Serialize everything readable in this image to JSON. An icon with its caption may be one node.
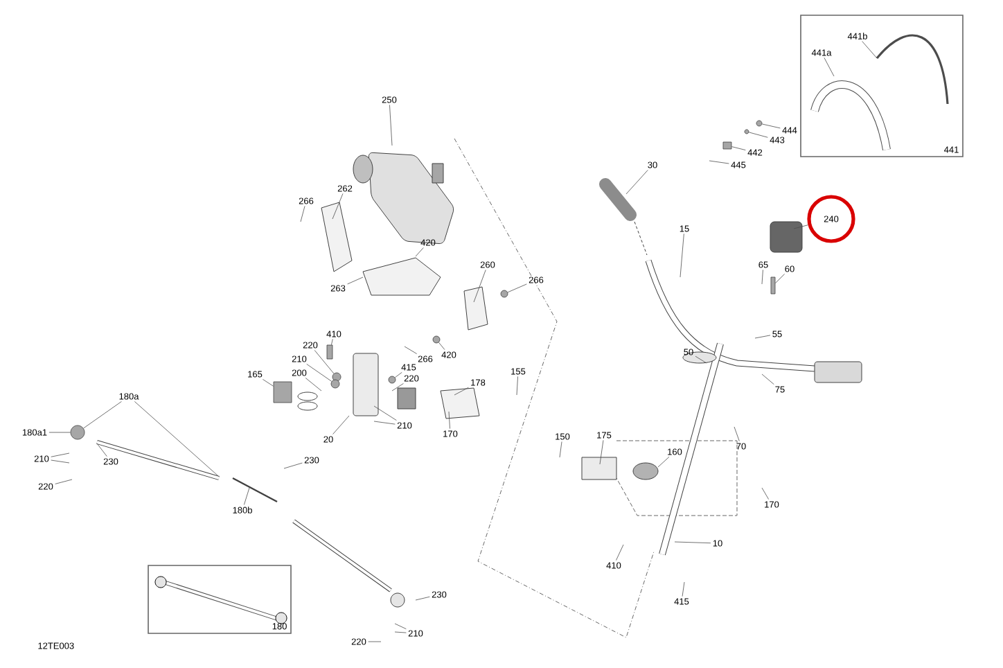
{
  "diagram": {
    "nodes": [
      {
        "text": [
          "441"
        ]
      },
      {
        "text": [
          "441b"
        ],
        "in": 0
      },
      {
        "text": [
          "441a"
        ],
        "in": 0
      },
      {
        "text": [
          "250"
        ]
      },
      {
        "text": [
          "444"
        ]
      },
      {
        "text": [
          "443"
        ]
      },
      {
        "text": [
          "442"
        ]
      },
      {
        "text": [
          "30"
        ]
      },
      {
        "text": [
          "445"
        ]
      },
      {
        "text": [
          "262"
        ]
      },
      {
        "text": [
          "266"
        ]
      },
      {
        "text": [
          "240"
        ]
      },
      {
        "text": [
          "15"
        ]
      },
      {
        "text": [
          "420"
        ]
      },
      {
        "text": [
          "260"
        ]
      },
      {
        "text": [
          "65"
        ]
      },
      {
        "text": [
          "60"
        ]
      },
      {
        "text": [
          "266"
        ]
      },
      {
        "text": [
          "263"
        ]
      },
      {
        "text": [
          "55"
        ]
      },
      {
        "text": [
          "410"
        ]
      },
      {
        "text": [
          "220"
        ]
      },
      {
        "text": [
          "50"
        ]
      },
      {
        "text": [
          "420"
        ]
      },
      {
        "text": [
          "266"
        ]
      },
      {
        "text": [
          "210"
        ]
      },
      {
        "text": [
          "415"
        ]
      },
      {
        "text": [
          "155"
        ]
      },
      {
        "text": [
          "200"
        ]
      },
      {
        "text": [
          "165"
        ]
      },
      {
        "text": [
          "220"
        ]
      },
      {
        "text": [
          "178"
        ]
      },
      {
        "text": [
          "75"
        ]
      },
      {
        "text": [
          "180a"
        ]
      },
      {
        "text": [
          "210"
        ]
      },
      {
        "text": [
          "180a1"
        ]
      },
      {
        "text": [
          "20"
        ]
      },
      {
        "text": [
          "170"
        ]
      },
      {
        "text": [
          "150"
        ]
      },
      {
        "text": [
          "175"
        ]
      },
      {
        "text": [
          "70"
        ]
      },
      {
        "text": [
          "160"
        ]
      },
      {
        "text": [
          "210"
        ]
      },
      {
        "text": [
          "230"
        ]
      },
      {
        "text": [
          "230"
        ]
      },
      {
        "text": [
          "220"
        ]
      },
      {
        "text": [
          "170"
        ]
      },
      {
        "text": [
          "180b"
        ]
      },
      {
        "text": [
          "10"
        ]
      },
      {
        "text": [
          "410"
        ]
      },
      {
        "text": [
          "180"
        ]
      },
      {
        "text": [
          "230"
        ]
      },
      {
        "text": [
          "415"
        ]
      },
      {
        "text": [
          "210"
        ]
      },
      {
        "text": [
          "220"
        ]
      },
      {
        "text": [],
        "shape": "circle"
      },
      {
        "text": [],
        "shape": "circle"
      },
      {
        "text": [],
        "shape": "box"
      },
      {
        "text": [],
        "shape": "box"
      },
      {
        "text": [],
        "shape": "circle"
      },
      {
        "text": [],
        "shape": "box"
      },
      {
        "text": [],
        "shape": "circle"
      },
      {
        "text": [],
        "shape": "circle"
      },
      {
        "text": [],
        "shape": "circle"
      },
      {
        "text": [],
        "shape": "circle"
      },
      {
        "text": [],
        "shape": "box"
      },
      {
        "text": [],
        "shape": "circle"
      }
    ],
    "edges": [
      {
        "from": 1,
        "to": null,
        "arrow": "none"
      },
      {
        "from": 2,
        "to": null,
        "arrow": "none"
      },
      {
        "from": 3,
        "to": null,
        "arrow": "none"
      },
      {
        "from": 4,
        "to": 55,
        "arrow": "none"
      },
      {
        "from": 5,
        "to": 56,
        "arrow": "none"
      },
      {
        "from": 6,
        "to": 57,
        "arrow": "none"
      },
      {
        "from": 7,
        "to": null,
        "arrow": "none"
      },
      {
        "from": 8,
        "to": null,
        "arrow": "none"
      },
      {
        "from": 9,
        "to": null,
        "arrow": "none"
      },
      {
        "from": 10,
        "to": null,
        "arrow": "none"
      },
      {
        "from": 11,
        "to": null,
        "arrow": "none"
      },
      {
        "from": 12,
        "to": null,
        "arrow": "none"
      },
      {
        "from": 13,
        "to": null,
        "arrow": "none"
      },
      {
        "from": 14,
        "to": null,
        "arrow": "none"
      },
      {
        "from": 15,
        "to": null,
        "arrow": "none"
      },
      {
        "from": 16,
        "to": 58,
        "arrow": "none"
      },
      {
        "from": 17,
        "to": 59,
        "arrow": "none"
      },
      {
        "from": 18,
        "to": null,
        "arrow": "none"
      },
      {
        "from": 19,
        "to": null,
        "arrow": "none"
      },
      {
        "from": 20,
        "to": 60,
        "arrow": "none"
      },
      {
        "from": 21,
        "to": 61,
        "arrow": "none"
      },
      {
        "from": 22,
        "to": null,
        "arrow": "none"
      },
      {
        "from": 23,
        "to": 62,
        "arrow": "none"
      },
      {
        "from": 24,
        "to": null,
        "arrow": "none"
      },
      {
        "from": 25,
        "to": 63,
        "arrow": "none"
      },
      {
        "from": 26,
        "to": 64,
        "arrow": "none"
      },
      {
        "from": 27,
        "to": null,
        "arrow": "none"
      },
      {
        "from": 28,
        "to": null,
        "arrow": "none"
      },
      {
        "from": 29,
        "to": 65,
        "arrow": "none"
      },
      {
        "from": 30,
        "to": null,
        "arrow": "none"
      },
      {
        "from": 31,
        "to": null,
        "arrow": "none"
      },
      {
        "from": 32,
        "to": null,
        "arrow": "none"
      },
      {
        "from": 33,
        "to": null,
        "arrow": "none"
      },
      {
        "from": 33,
        "to": 66,
        "arrow": "none"
      },
      {
        "from": 34,
        "to": null,
        "arrow": "none"
      },
      {
        "from": 34,
        "to": null,
        "arrow": "none"
      },
      {
        "from": 35,
        "to": 66,
        "arrow": "none"
      },
      {
        "from": 36,
        "to": null,
        "arrow": "none"
      },
      {
        "from": 37,
        "to": null,
        "arrow": "none"
      },
      {
        "from": 38,
        "to": null,
        "arrow": "none"
      },
      {
        "from": 39,
        "to": null,
        "arrow": "none"
      },
      {
        "from": 40,
        "to": null,
        "arrow": "none"
      },
      {
        "from": 41,
        "to": null,
        "arrow": "none"
      },
      {
        "from": 42,
        "to": null,
        "arrow": "none"
      },
      {
        "from": 42,
        "to": null,
        "arrow": "none"
      },
      {
        "from": 43,
        "to": null,
        "arrow": "none"
      },
      {
        "from": 44,
        "to": null,
        "arrow": "none"
      },
      {
        "from": 45,
        "to": null,
        "arrow": "none"
      },
      {
        "from": 46,
        "to": null,
        "arrow": "none"
      },
      {
        "from": 47,
        "to": null,
        "arrow": "none"
      },
      {
        "from": 48,
        "to": null,
        "arrow": "none"
      },
      {
        "from": 49,
        "to": null,
        "arrow": "none"
      },
      {
        "from": 51,
        "to": null,
        "arrow": "none"
      },
      {
        "from": 52,
        "to": null,
        "arrow": "none"
      },
      {
        "from": 53,
        "to": null,
        "arrow": "none"
      },
      {
        "from": 53,
        "to": null,
        "arrow": "none"
      },
      {
        "from": 54,
        "to": null,
        "arrow": "none"
      }
    ],
    "labels": [
      "12TE003"
    ]
  }
}
